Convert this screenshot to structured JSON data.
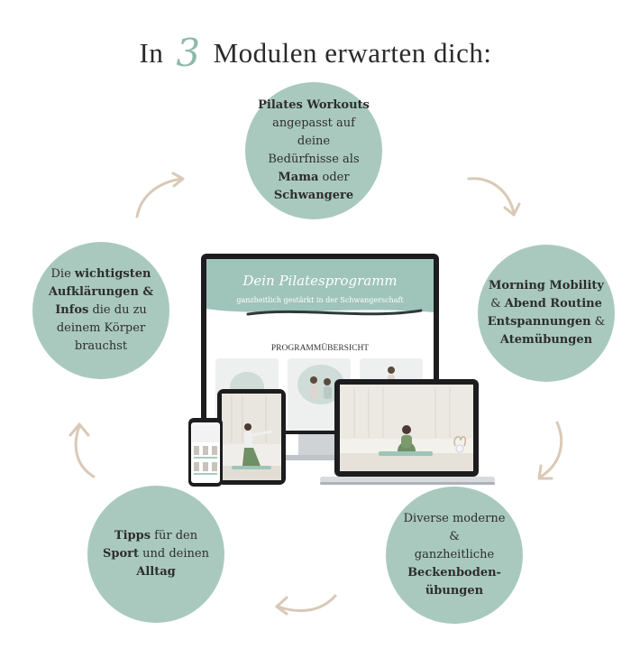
{
  "heading": {
    "prefix": "In",
    "number": "3",
    "suffix": "Modulen erwarten dich:"
  },
  "modules": {
    "top": {
      "l1": "Pilates Workouts",
      "l2": "angepasst auf deine",
      "l3": "Bedürfnisse als",
      "l4a": "Mama",
      "l4b": " oder",
      "l5": "Schwangere"
    },
    "right": {
      "l1": "Morning Mobility",
      "l2a": "& ",
      "l2b": "Abend Routine",
      "l3a": "Entspannungen",
      "l3b": " &",
      "l4": "Atemübungen"
    },
    "bottom_right": {
      "l1": "Diverse moderne &",
      "l2": "ganzheitliche",
      "l3": "Beckenboden-",
      "l4": "übungen"
    },
    "bottom_left": {
      "l1a": "Tipps",
      "l1b": " für den",
      "l2a": "Sport",
      "l2b": " und deinen",
      "l3": "Alltag"
    },
    "left": {
      "l1a": "Die ",
      "l1b": "wichtigsten",
      "l2": "Aufklärungen &",
      "l3a": "Infos",
      "l3b": " die du zu",
      "l4": "deinem Körper",
      "l5": "brauchst"
    }
  },
  "screen": {
    "script_title": "Dein Pilatesprogramm",
    "subtitle": "ganzheitlich gestärkt in der Schwangerschaft",
    "overview": "PROGRAMMÜBERSICHT"
  },
  "colors": {
    "circle": "#a9c9bf",
    "accent": "#8fb8ad",
    "arrow": "#d9c9b6",
    "banner": "#9fc4b9"
  }
}
